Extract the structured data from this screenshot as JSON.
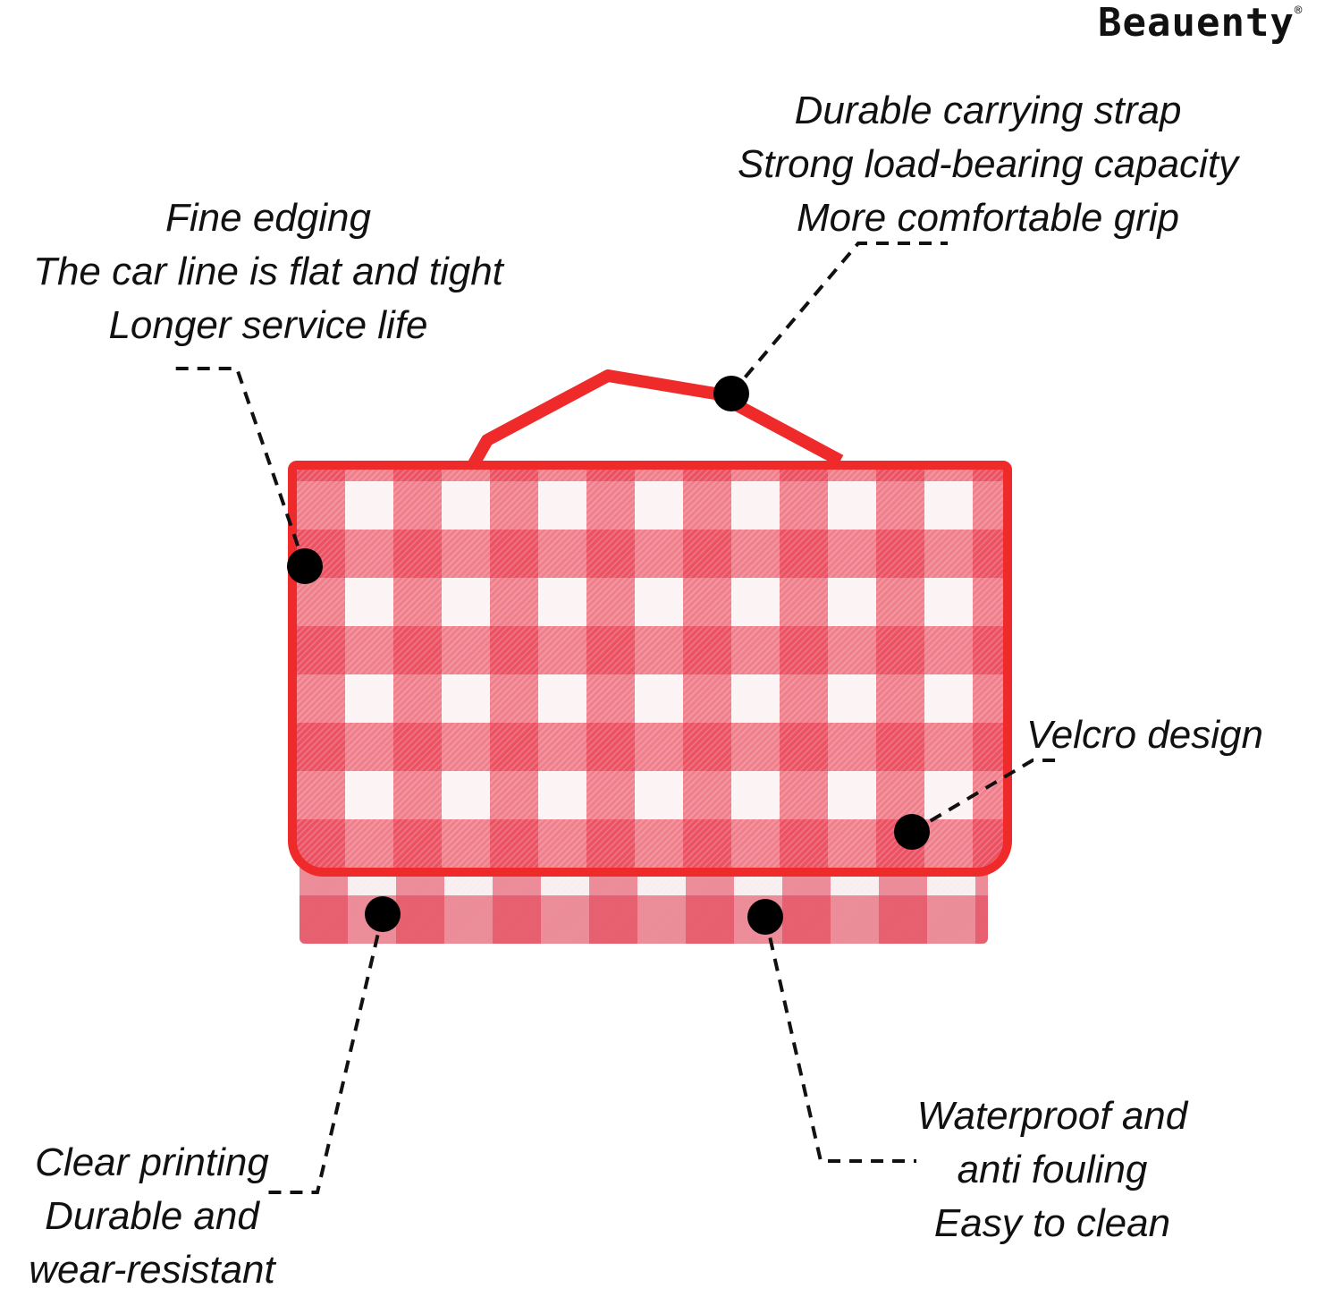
{
  "brand": {
    "name": "Beauenty",
    "mark": "®"
  },
  "callouts": {
    "strap": [
      "Durable carrying strap",
      "Strong load-bearing capacity",
      "More comfortable grip"
    ],
    "edging": [
      "Fine edging",
      "The car line is flat and tight",
      "Longer service life"
    ],
    "velcro": [
      "Velcro design"
    ],
    "printing": [
      "Clear printing",
      "Durable and",
      "wear-resistant"
    ],
    "waterproof": [
      "Waterproof and",
      "anti fouling",
      "Easy to clean"
    ]
  },
  "colors": {
    "accent": "#ee2a2a",
    "text": "#111111"
  }
}
